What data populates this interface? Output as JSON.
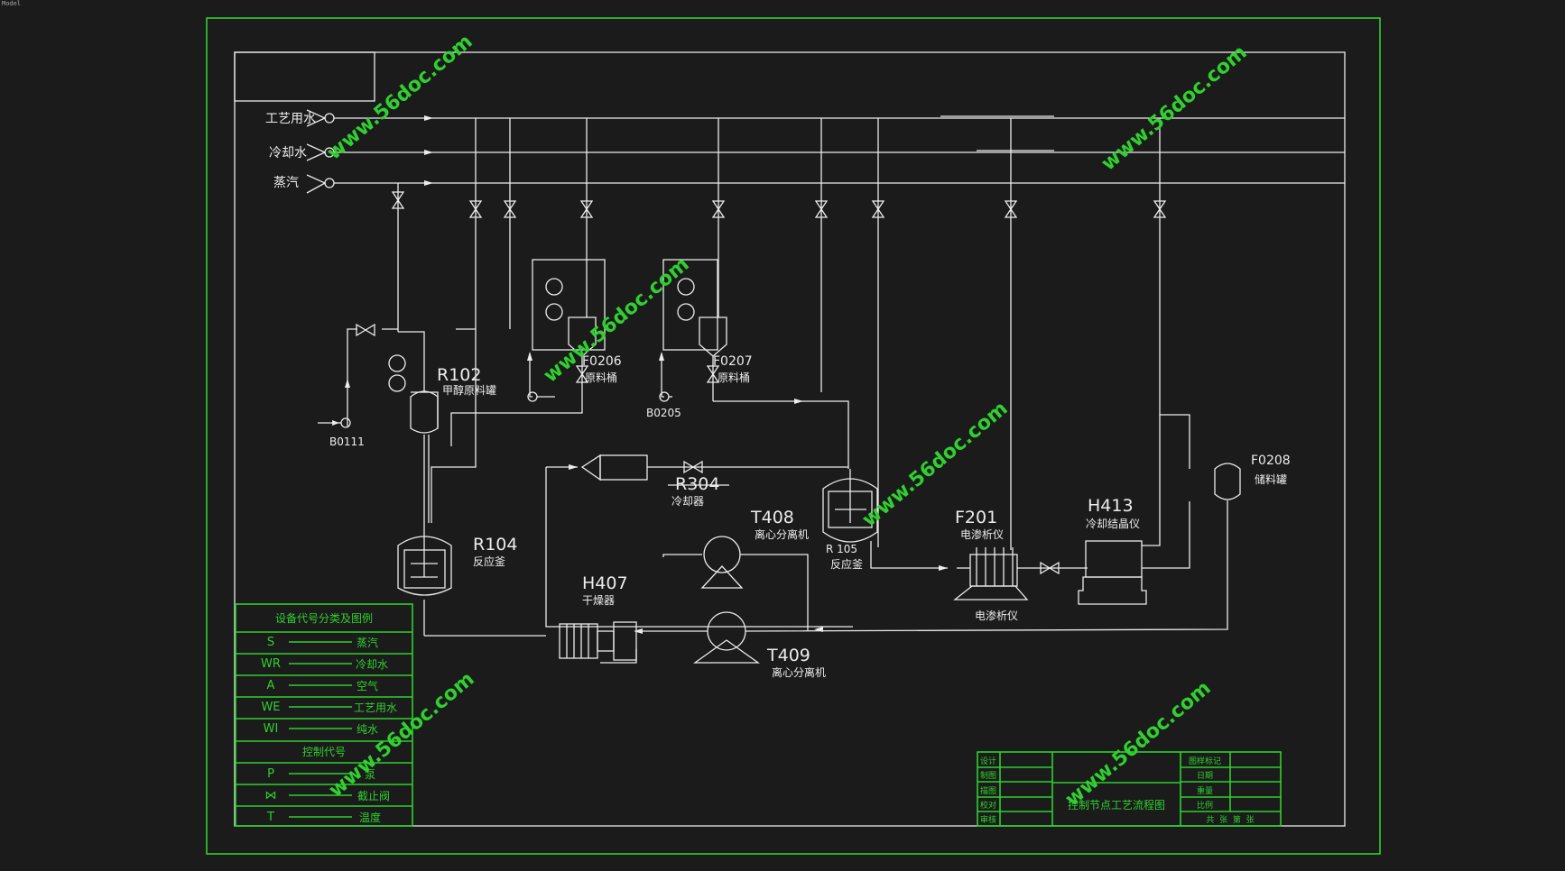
{
  "corner_label": "Model",
  "utilities": [
    {
      "id": "process-water",
      "label": "工艺用水"
    },
    {
      "id": "cooling-water",
      "label": "冷却水"
    },
    {
      "id": "steam",
      "label": "蒸汽"
    }
  ],
  "equipment": {
    "r102": {
      "tag": "R102",
      "name": "甲醇原料罐"
    },
    "f0206": {
      "tag": "F0206",
      "name": "原料桶"
    },
    "f0207": {
      "tag": "F0207",
      "name": "原料桶"
    },
    "b0111": {
      "tag": "B0111"
    },
    "b0205": {
      "tag": "B0205"
    },
    "r104": {
      "tag": "R104",
      "name": "反应釜"
    },
    "r304": {
      "tag": "R304",
      "name": "冷却器"
    },
    "t408": {
      "tag": "T408",
      "name": "离心分离机"
    },
    "r105": {
      "tag": "R 105",
      "name": "反应釜"
    },
    "f201": {
      "tag": "F201",
      "name": "电渗析仪",
      "name_below": "电渗析仪"
    },
    "h413": {
      "tag": "H413",
      "name": "冷却结晶仪"
    },
    "f0208": {
      "tag": "F0208",
      "name": "储料罐"
    },
    "h407": {
      "tag": "H407",
      "name": "干燥器"
    },
    "t409": {
      "tag": "T409",
      "name": "离心分离机"
    }
  },
  "legend": {
    "title": "设备代号分类及图例",
    "rows": [
      {
        "code": "S",
        "desc": "蒸汽"
      },
      {
        "code": "WR",
        "desc": "冷却水"
      },
      {
        "code": "A",
        "desc": "空气"
      },
      {
        "code": "WE",
        "desc": "工艺用水"
      },
      {
        "code": "WI",
        "desc": "纯水"
      }
    ],
    "control_title": "控制代号",
    "control_rows": [
      {
        "code": "P",
        "desc": "泵"
      },
      {
        "code": "⋈",
        "desc": "截止阀"
      },
      {
        "code": "T",
        "desc": "温度"
      }
    ]
  },
  "title_block": {
    "left_labels": [
      "设计",
      "制图",
      "描图",
      "校对",
      "审核"
    ],
    "title": "控制节点工艺流程图",
    "right_labels": [
      "图样标记",
      "日期",
      "重量",
      "比例"
    ],
    "sheet": "共  张  第  张"
  },
  "watermark": "www.56doc.com",
  "colors": {
    "background": "#1b1b1b",
    "line": "#ececec",
    "frame": "#2fd02f"
  }
}
